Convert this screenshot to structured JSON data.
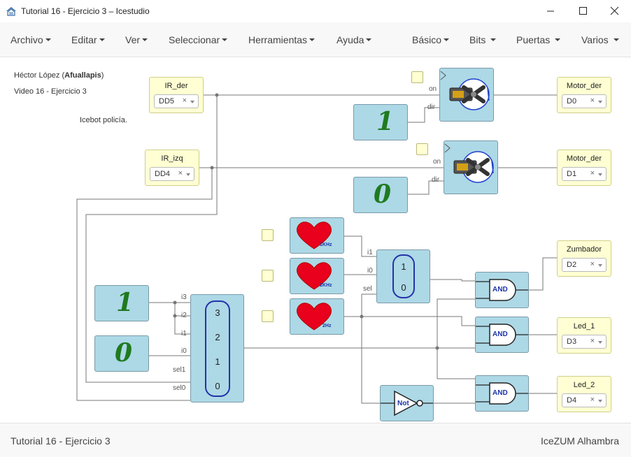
{
  "window": {
    "title": "Tutorial 16 - Ejercicio 3 – Icestudio"
  },
  "menu": {
    "archivo": "Archivo",
    "editar": "Editar",
    "ver": "Ver",
    "seleccionar": "Seleccionar",
    "herramientas": "Herramientas",
    "ayuda": "Ayuda",
    "basico": "Básico",
    "bits": "Bits",
    "puertas": "Puertas",
    "varios": "Varios"
  },
  "notes": {
    "author_name": "Héctor López (",
    "author_handle": "Afuallapis",
    "author_close": ")",
    "video": "Video 16 - Ejercicio 3",
    "desc": "Icebot policía."
  },
  "inputs": [
    {
      "name": "IR_der",
      "value": "DD5"
    },
    {
      "name": "IR_izq",
      "value": "DD4"
    }
  ],
  "outputs": [
    {
      "name": "Motor_der",
      "value": "D0"
    },
    {
      "name": "Motor_der",
      "value": "D1"
    },
    {
      "name": "Zumbador",
      "value": "D2"
    },
    {
      "name": "Led_1",
      "value": "D3"
    },
    {
      "name": "Led_2",
      "value": "D4"
    }
  ],
  "clear_glyph": "×",
  "constants": {
    "one": "1",
    "zero": "0"
  },
  "ports": {
    "on": "on",
    "dir": "dir",
    "i0": "i0",
    "i1": "i1",
    "i2": "i2",
    "i3": "i3",
    "sel": "sel",
    "sel0": "sel0",
    "sel1": "sel1"
  },
  "mux2": {
    "top": "1",
    "bottom": "0"
  },
  "mux4": {
    "v3": "3",
    "v2": "2",
    "v1": "1",
    "v0": "0"
  },
  "heart_labels": {
    "h1": "1KHz",
    "h2": "2KHz",
    "h3": "2Hz"
  },
  "gates": {
    "and": "AND",
    "not": "Not"
  },
  "status": {
    "left": "Tutorial 16 - Ejercicio 3",
    "right": "IceZUM Alhambra"
  },
  "colors": {
    "io_bg": "#ffffd3",
    "block_bg": "#add8e6",
    "wire": "#777777",
    "const_green": "#1f7a1f",
    "gate_blue": "#1a33aa",
    "heart_red": "#e8001c"
  }
}
